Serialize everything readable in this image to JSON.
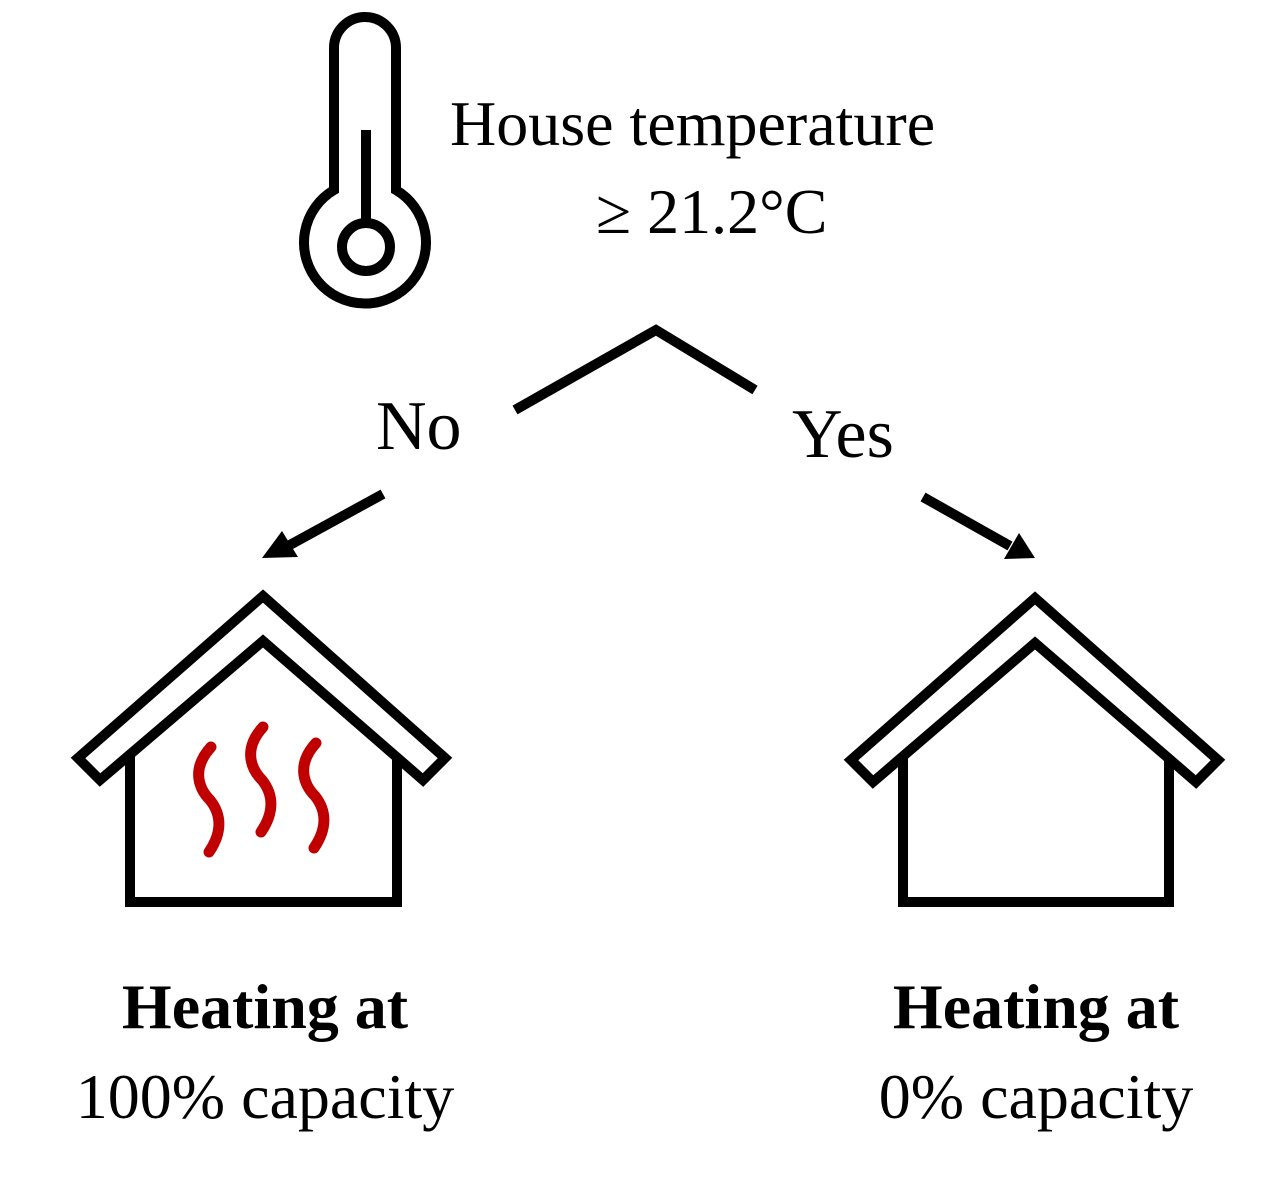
{
  "condition": {
    "line1": "House temperature",
    "line2": "≥ 21.2°C",
    "icon": "thermometer-icon"
  },
  "branches": {
    "no_label": "No",
    "yes_label": "Yes"
  },
  "outcomes": {
    "left": {
      "heading": "Heating at",
      "detail": "100% capacity",
      "icon": "house-heating-icon",
      "heat_color": "#c00000"
    },
    "right": {
      "heading": "Heating at",
      "detail": "0% capacity",
      "icon": "house-icon"
    }
  },
  "colors": {
    "stroke": "#000000",
    "heat": "#c00000",
    "background": "#ffffff"
  }
}
